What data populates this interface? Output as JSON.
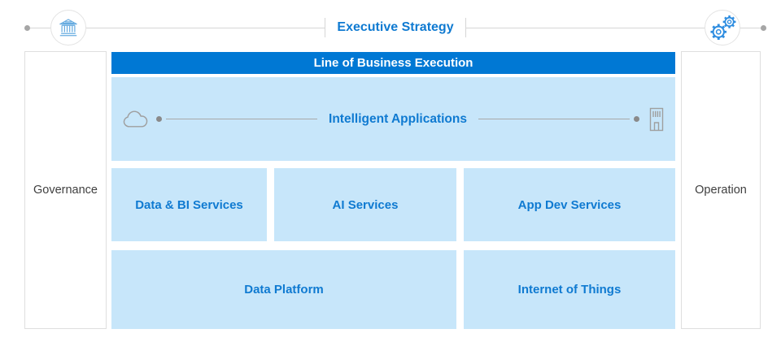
{
  "top_band": {
    "title": "Executive Strategy",
    "left_icon": "bank",
    "right_icon": "gears"
  },
  "pillars": {
    "left": "Governance",
    "right": "Operation"
  },
  "execution": {
    "header": "Line of Business Execution",
    "intelligent_applications": {
      "label": "Intelligent Applications",
      "left_icon": "cloud",
      "right_icon": "building"
    },
    "middle_row": [
      "Data & BI Services",
      "AI Services",
      "App Dev Services"
    ],
    "bottom_row": [
      "Data Platform",
      "Internet of Things"
    ]
  },
  "colors": {
    "accent_blue": "#0078D4",
    "light_blue": "#C7E6FA",
    "text_blue": "#0F7AD1",
    "header_text": "#FFFFFF",
    "pillar_text": "#3F3F3F",
    "line_gray": "#D6D6D6",
    "dot_gray": "#A6A6A6",
    "icon_gray": "#9F9F9F",
    "bank_blue": "#66ABE0",
    "gear_blue": "#2E8DE0",
    "circle_border": "#E3E3E3",
    "box_border": "#DFDFDF"
  }
}
